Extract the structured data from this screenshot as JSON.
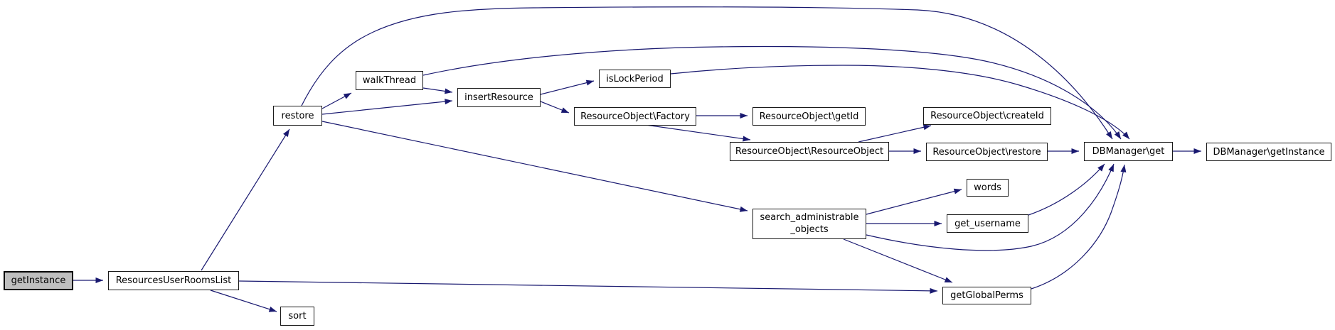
{
  "diagram": {
    "type": "function-call-graph",
    "colors": {
      "edge": "#191970",
      "node_border": "#000000",
      "node_fill": "#ffffff",
      "highlight_fill": "#bfbfbf",
      "text": "#000000",
      "background": "#ffffff"
    },
    "nodes": [
      {
        "id": "getInstance",
        "label": "getInstance",
        "highlighted": true
      },
      {
        "id": "ResourcesUserRoomsList",
        "label": "ResourcesUserRoomsList",
        "highlighted": false
      },
      {
        "id": "sort",
        "label": "sort",
        "highlighted": false
      },
      {
        "id": "restore",
        "label": "restore",
        "highlighted": false
      },
      {
        "id": "walkThread",
        "label": "walkThread",
        "highlighted": false
      },
      {
        "id": "insertResource",
        "label": "insertResource",
        "highlighted": false
      },
      {
        "id": "isLockPeriod",
        "label": "isLockPeriod",
        "highlighted": false
      },
      {
        "id": "ResourceObject\\Factory",
        "label": "ResourceObject\\Factory",
        "highlighted": false
      },
      {
        "id": "ResourceObject\\getId",
        "label": "ResourceObject\\getId",
        "highlighted": false
      },
      {
        "id": "ResourceObject\\ResourceObject",
        "label": "ResourceObject\\ResourceObject",
        "highlighted": false
      },
      {
        "id": "ResourceObject\\createId",
        "label": "ResourceObject\\createId",
        "highlighted": false
      },
      {
        "id": "ResourceObject\\restore",
        "label": "ResourceObject\\restore",
        "highlighted": false
      },
      {
        "id": "DBManager\\get",
        "label": "DBManager\\get",
        "highlighted": false
      },
      {
        "id": "DBManager\\getInstance",
        "label": "DBManager\\getInstance",
        "highlighted": false
      },
      {
        "id": "search_administrable_objects",
        "label": "search_administrable\n_objects",
        "highlighted": false
      },
      {
        "id": "words",
        "label": "words",
        "highlighted": false
      },
      {
        "id": "get_username",
        "label": "get_username",
        "highlighted": false
      },
      {
        "id": "getGlobalPerms",
        "label": "getGlobalPerms",
        "highlighted": false
      }
    ],
    "edges": [
      {
        "from": "getInstance",
        "to": "ResourcesUserRoomsList"
      },
      {
        "from": "ResourcesUserRoomsList",
        "to": "restore"
      },
      {
        "from": "ResourcesUserRoomsList",
        "to": "sort"
      },
      {
        "from": "ResourcesUserRoomsList",
        "to": "getGlobalPerms"
      },
      {
        "from": "restore",
        "to": "walkThread"
      },
      {
        "from": "restore",
        "to": "insertResource"
      },
      {
        "from": "restore",
        "to": "search_administrable_objects"
      },
      {
        "from": "restore",
        "to": "DBManager\\get"
      },
      {
        "from": "walkThread",
        "to": "insertResource"
      },
      {
        "from": "walkThread",
        "to": "DBManager\\get"
      },
      {
        "from": "insertResource",
        "to": "isLockPeriod"
      },
      {
        "from": "insertResource",
        "to": "ResourceObject\\Factory"
      },
      {
        "from": "isLockPeriod",
        "to": "DBManager\\get"
      },
      {
        "from": "ResourceObject\\Factory",
        "to": "ResourceObject\\getId"
      },
      {
        "from": "ResourceObject\\Factory",
        "to": "ResourceObject\\ResourceObject"
      },
      {
        "from": "ResourceObject\\ResourceObject",
        "to": "ResourceObject\\createId"
      },
      {
        "from": "ResourceObject\\ResourceObject",
        "to": "ResourceObject\\restore"
      },
      {
        "from": "ResourceObject\\restore",
        "to": "DBManager\\get"
      },
      {
        "from": "DBManager\\get",
        "to": "DBManager\\getInstance"
      },
      {
        "from": "search_administrable_objects",
        "to": "words"
      },
      {
        "from": "search_administrable_objects",
        "to": "get_username"
      },
      {
        "from": "search_administrable_objects",
        "to": "getGlobalPerms"
      },
      {
        "from": "search_administrable_objects",
        "to": "DBManager\\get"
      },
      {
        "from": "get_username",
        "to": "DBManager\\get"
      },
      {
        "from": "getGlobalPerms",
        "to": "DBManager\\get"
      }
    ]
  }
}
